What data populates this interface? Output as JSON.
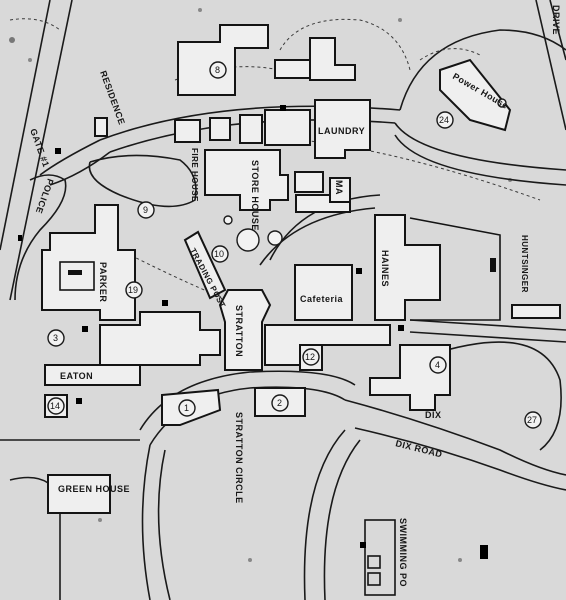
{
  "map": {
    "colors": {
      "paper": "#d9d9d9",
      "ink": "#141414",
      "building_fill": "#efefef"
    },
    "labels": {
      "drive": "DRIVE",
      "power_house": "Power House",
      "residence": "RESIDENCE",
      "laundry": "LAUNDRY",
      "gate": "GATE #1",
      "police": "POLICE",
      "fire_house": "FIRE HOUSE",
      "store_house": "STORE HOUSE",
      "ma": "MA",
      "trading_post": "TRADING POST",
      "parker": "PARKER",
      "cafeteria": "Cafeteria",
      "haines": "HAINES",
      "huntsinger": "HUNTSINGER",
      "stratton": "STRATTON",
      "eaton": "EATON",
      "stratton_circle": "STRATTON CIRCLE",
      "dix": "DIX",
      "dix_road": "DIX ROAD",
      "green_house": "GREEN HOUSE",
      "swimming_pool": "SWIMMING PO"
    },
    "numbers": {
      "n8": "8",
      "n24": "24",
      "n9": "9",
      "n10": "10",
      "n19": "19",
      "n3": "3",
      "n12": "12",
      "n4": "4",
      "n14": "14",
      "n1": "1",
      "n2": "2",
      "n27": "27"
    }
  }
}
